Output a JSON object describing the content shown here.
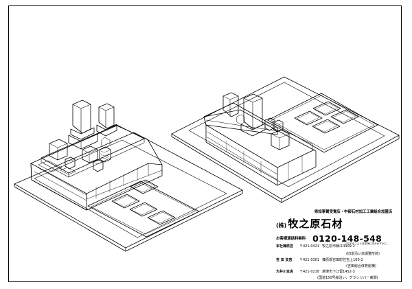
{
  "company": {
    "association": "県知事賞受賞店・中部石材加工工業組合加盟店",
    "kabu": "(株)",
    "name": "牧之原石材",
    "free_dial_label": "お客様通話料無料",
    "phone": "0120-148-548",
    "phone_note": "いちやのこよう日本海に向かわずかに。"
  },
  "branches": [
    {
      "name": "本社棟原店",
      "postal": "〒421-0421",
      "address": "牧之原市細江4309-2",
      "note": "(旧道沿い赤堀整形前)"
    },
    {
      "name": "吉 田 支店",
      "postal": "〒421-0301",
      "address": "榛原郡吉田町住吉上160-2",
      "note": "(吉田総合体育館横)"
    },
    {
      "name": "大井川支店",
      "postal": "〒421-0218",
      "address": "焼津市下江留1452-3",
      "note": "(国道150号線沿い、グランリバー東側)"
    }
  ]
}
